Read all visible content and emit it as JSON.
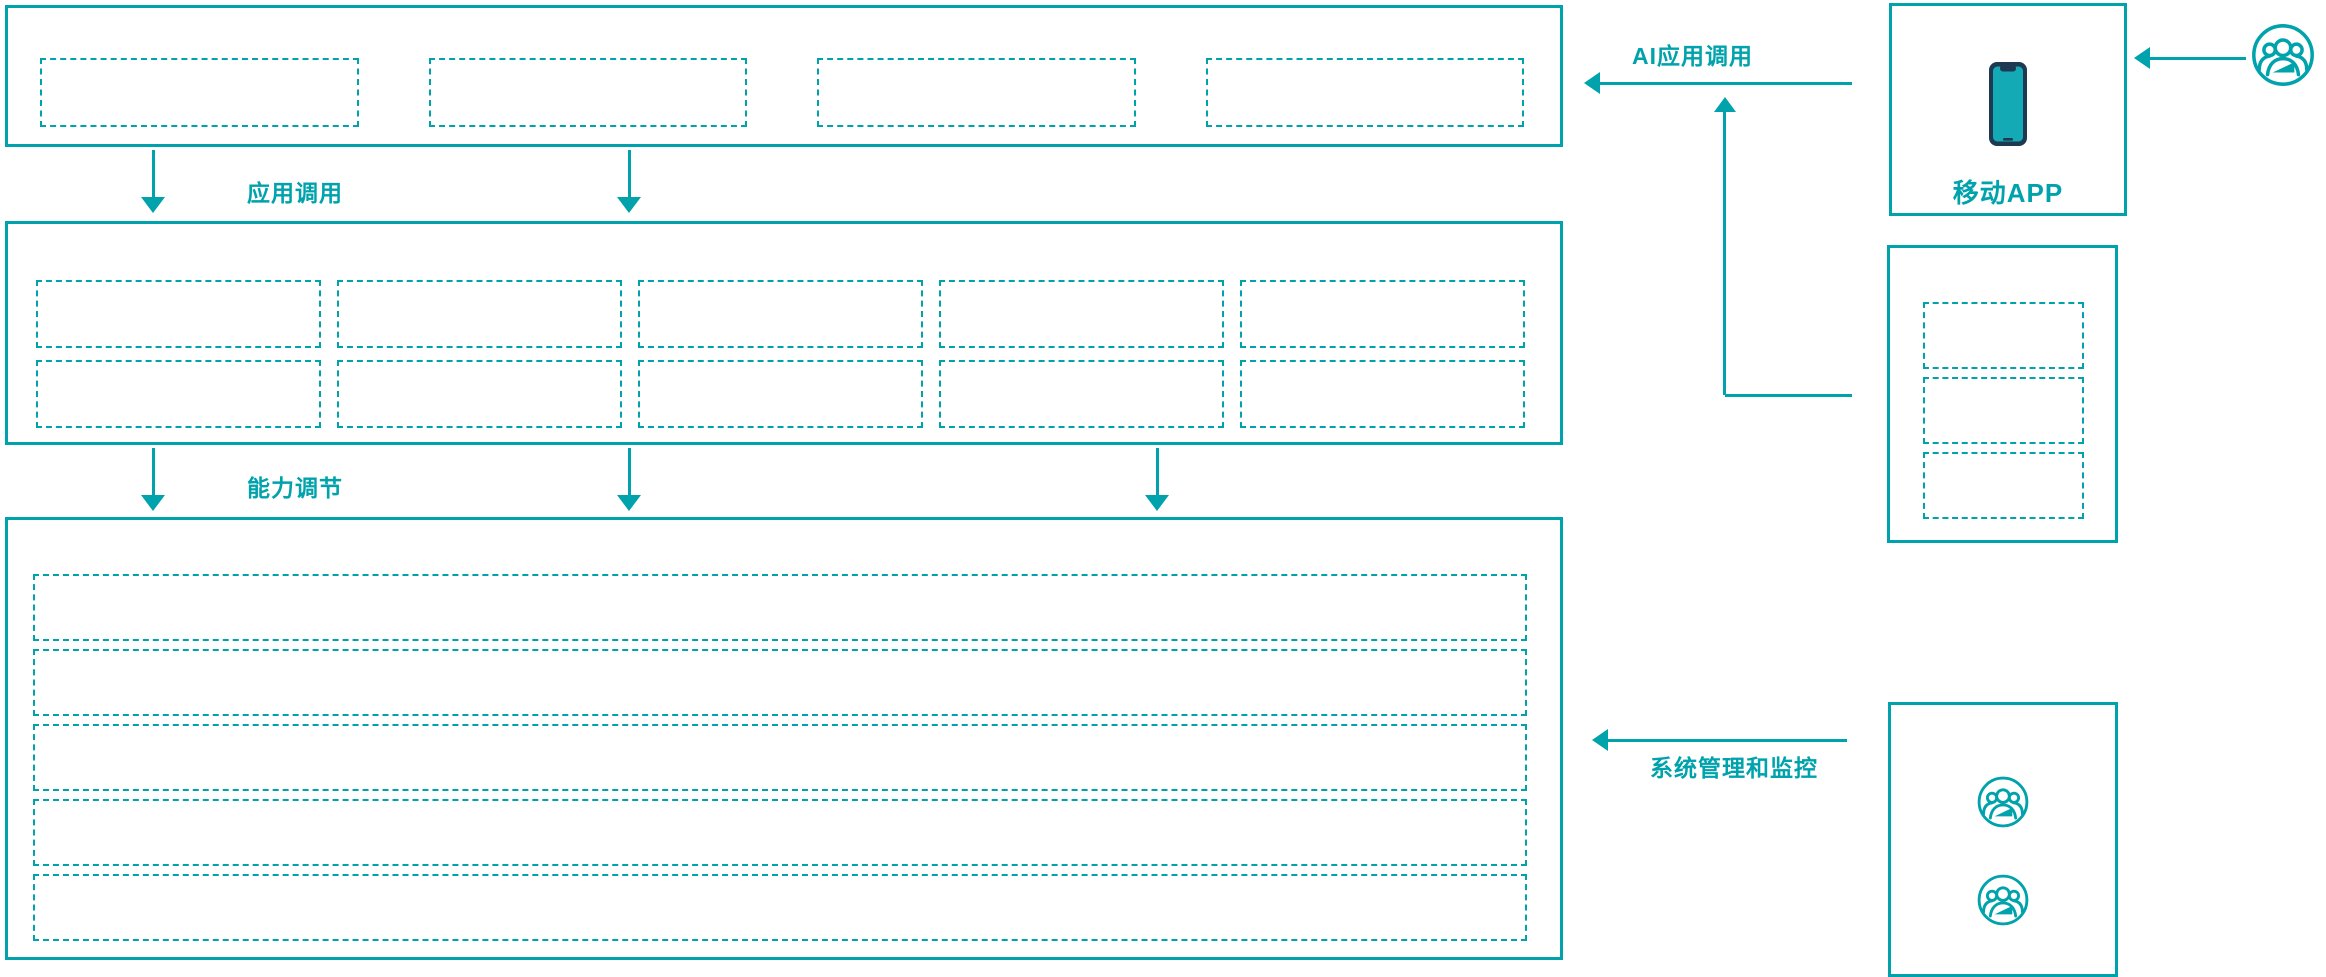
{
  "colors": {
    "accent_teal": "#00a2ac",
    "phone_dark_navy": "#1e3a52",
    "phone_screen_teal": "#13a9b5"
  },
  "labels": {
    "app_call": "应用调用",
    "capability_adjust": "能力调节",
    "ai_app_call": "AI应用调用",
    "system_monitor": "系统管理和监控"
  },
  "layers": {
    "application": {
      "slots": [
        "",
        "",
        "",
        ""
      ]
    },
    "capability": {
      "rows": [
        [
          "",
          "",
          "",
          "",
          ""
        ],
        [
          "",
          "",
          "",
          "",
          ""
        ]
      ]
    },
    "resource": {
      "rows": [
        "",
        "",
        "",
        "",
        ""
      ]
    }
  },
  "right_panel": {
    "mobile_app_box": {
      "label": "移动APP",
      "icon": "smartphone-icon"
    },
    "service_box": {
      "slots": [
        "",
        "",
        ""
      ]
    },
    "admin_box": {
      "users": [
        "user-group-icon",
        "user-group-icon"
      ]
    }
  },
  "actors": {
    "external_user_icon": "user-group-icon"
  }
}
